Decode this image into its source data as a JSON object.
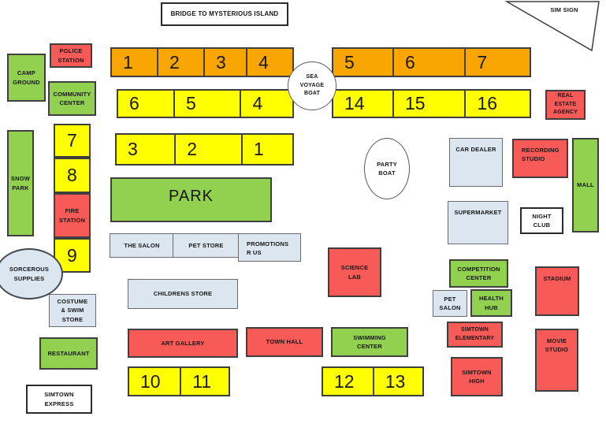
{
  "signs": {
    "bridge": "BRIDGE TO MYSTERIOUS ISLAND",
    "sim_sign": "SIM SIGN",
    "sea_voyage_boat": "SEA VOYAGE BOAT",
    "party_boat": "PARTY BOAT",
    "sorcerous_supplies": "SORCEROUS SUPPLIES"
  },
  "buildings": {
    "police_station": "POLICE STATION",
    "camp_ground": "CAMP GROUND",
    "community_center": "COMMUNITY CENTER",
    "snow_park": "SNOW PARK",
    "fire_station": "FIRE STATION",
    "park": "PARK",
    "the_salon": "THE SALON",
    "pet_store": "PET STORE",
    "promotions_r_us": "PROMOTIONS R US",
    "childrens_store": "CHILDRENS STORE",
    "costume_swim_store": "COSTUME & SWIM STORE",
    "restaurant": "RESTAURANT",
    "simtown_express": "SIMTOWN EXPRESS",
    "art_gallery": "ART GALLERY",
    "town_hall": "TOWN HALL",
    "swimming_center": "SWIMMING CENTER",
    "science_lab": "SCIENCE LAB",
    "car_dealer": "CAR DEALER",
    "recording_studio": "RECORDING STUDIO",
    "real_estate_agency": "REAL ESTATE AGENCY",
    "mall": "MALL",
    "supermarket": "SUPERMARKET",
    "night_club": "NIGHT CLUB",
    "competition_center": "COMPETITION CENTER",
    "pet_salon": "PET SALON",
    "health_hub": "HEALTH HUB",
    "stadium": "STADIUM",
    "simtown_elementary": "SIMTOWN ELEMENTARY",
    "simtown_high": "SIMTOWN HIGH",
    "movie_studio": "MOVIE STUDIO"
  },
  "lots": {
    "orange_west": [
      "1",
      "2",
      "3",
      "4"
    ],
    "orange_east": [
      "5",
      "6",
      "7"
    ],
    "yellow_mid_west": [
      "6",
      "5",
      "4"
    ],
    "yellow_mid_east": [
      "14",
      "15",
      "16"
    ],
    "yellow_row3": [
      "3",
      "2",
      "1"
    ],
    "hill_lot_7": "7",
    "hill_lot_8": "8",
    "hill_lot_9": "9",
    "yellow_sw": [
      "10",
      "11"
    ],
    "yellow_se": [
      "12",
      "13"
    ]
  },
  "colors": {
    "lot_orange": "#F9A602",
    "lot_yellow": "#FFFF00",
    "building_green": "#92D050",
    "building_red": "#F85B57",
    "building_light_blue": "#DCE6F1",
    "sign_white": "#FFFFFF",
    "outline": "#3F3F3F"
  }
}
